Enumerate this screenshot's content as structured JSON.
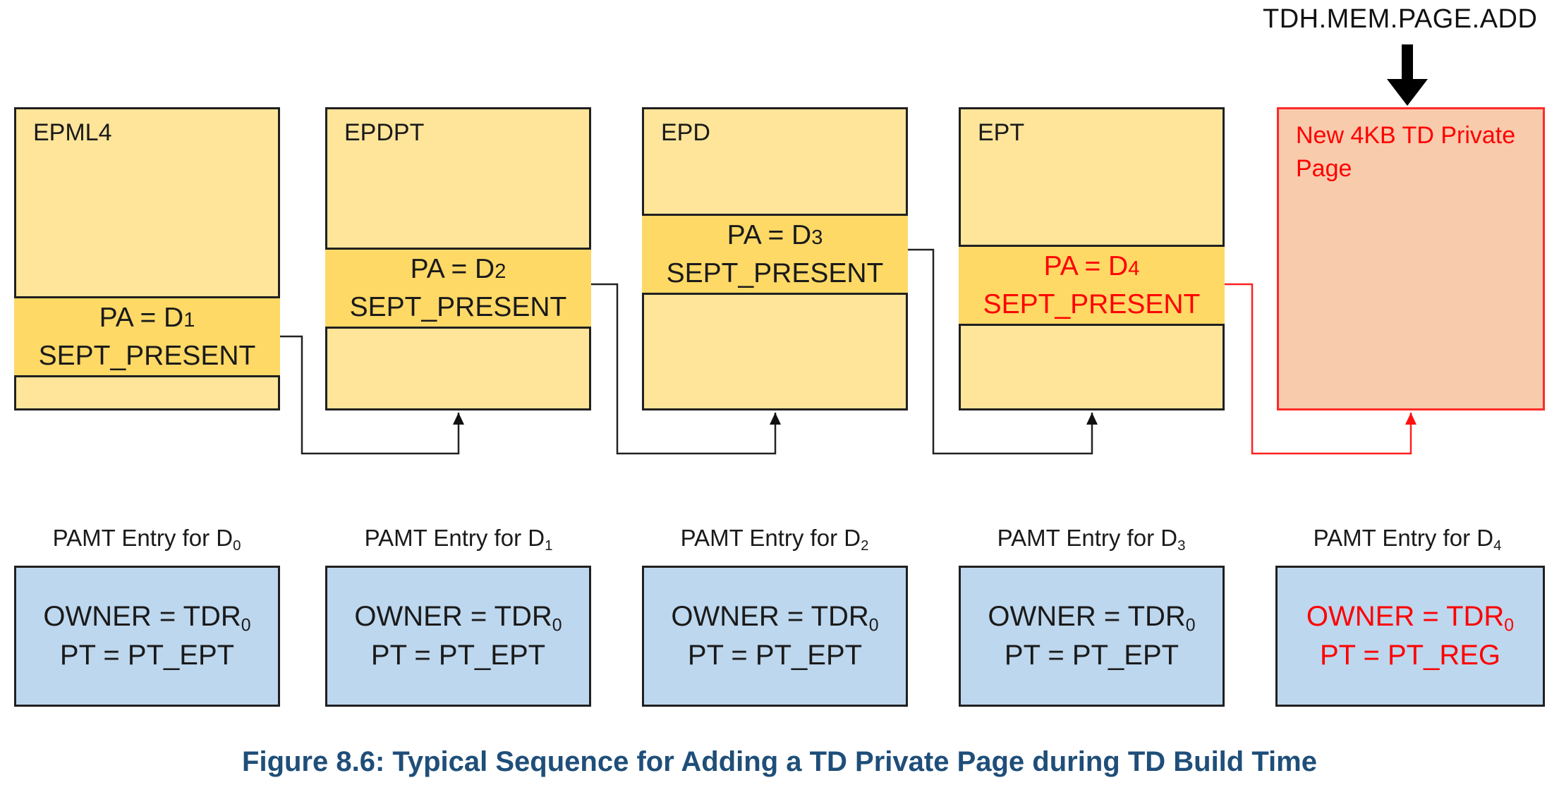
{
  "operation": {
    "label": "TDH.MEM.PAGE.ADD"
  },
  "tables": [
    {
      "name": "EPML4",
      "entry_line1": "PA = D",
      "entry_sub": "1",
      "entry_line2": "SEPT_PRESENT"
    },
    {
      "name": "EPDPT",
      "entry_line1": "PA = D",
      "entry_sub": "2",
      "entry_line2": "SEPT_PRESENT"
    },
    {
      "name": "EPD",
      "entry_line1": "PA = D",
      "entry_sub": "3",
      "entry_line2": "SEPT_PRESENT"
    },
    {
      "name": "EPT",
      "entry_line1": "PA = D",
      "entry_sub": "4",
      "entry_line2": "SEPT_PRESENT"
    }
  ],
  "new_page": {
    "label": "New 4KB TD Private Page"
  },
  "pamt": [
    {
      "label": "PAMT Entry for D",
      "label_sub": "0",
      "owner": "OWNER = TDR",
      "owner_sub": "0",
      "pt": "PT = PT_EPT"
    },
    {
      "label": "PAMT Entry for D",
      "label_sub": "1",
      "owner": "OWNER = TDR",
      "owner_sub": "0",
      "pt": "PT = PT_EPT"
    },
    {
      "label": "PAMT Entry for D",
      "label_sub": "2",
      "owner": "OWNER = TDR",
      "owner_sub": "0",
      "pt": "PT = PT_EPT"
    },
    {
      "label": "PAMT Entry for D",
      "label_sub": "3",
      "owner": "OWNER = TDR",
      "owner_sub": "0",
      "pt": "PT = PT_EPT"
    },
    {
      "label": "PAMT Entry for D",
      "label_sub": "4",
      "owner": "OWNER = TDR",
      "owner_sub": "0",
      "pt": "PT = PT_REG"
    }
  ],
  "caption": "Figure 8.6:  Typical Sequence for Adding a TD Private Page during TD Build Time",
  "colors": {
    "table_fill": "#FEE59A",
    "entry_fill": "#FED966",
    "new_page_fill": "#F8CBAD",
    "pamt_fill": "#BDD7EE",
    "highlight_red": "#FF0000",
    "caption_blue": "#1F4E79"
  }
}
